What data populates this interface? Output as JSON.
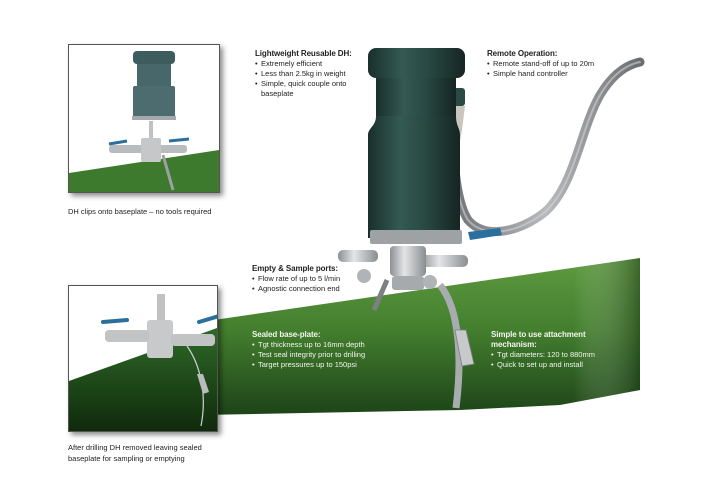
{
  "colors": {
    "pipe_green": "#3f7a2c",
    "pipe_green_dark": "#1f4a1a",
    "pipe_green_light": "#5c9a3e",
    "drill_head": "#2c4a44",
    "drill_head_dark": "#1b302c",
    "steel": "#b9bcbf",
    "handle_blue": "#2a6f9e",
    "hose": "#8e9093",
    "text_dark": "#222222",
    "text_light": "#f2f6ec"
  },
  "insets": [
    {
      "caption": "DH clips onto baseplate – no tools required"
    },
    {
      "caption_line1": "After drilling DH removed leaving sealed",
      "caption_line2": "baseplate for sampling or emptying"
    }
  ],
  "callouts": {
    "lightweight": {
      "title": "Lightweight Reusable DH:",
      "bullets": [
        "Extremely efficient",
        "Less than 2.5kg in weight",
        "Simple, quick couple onto baseplate"
      ]
    },
    "remote": {
      "title": "Remote Operation:",
      "bullets": [
        "Remote stand-off of up to 20m",
        "Simple hand controller"
      ]
    },
    "ports": {
      "title": "Empty & Sample ports:",
      "bullets": [
        "Flow rate of up to 5 l/min",
        "Agnostic connection end"
      ]
    },
    "baseplate": {
      "title": "Sealed base-plate:",
      "bullets": [
        "Tgt thickness up to 16mm depth",
        "Test seal integrity prior to drilling",
        "Target pressures up to 150psi"
      ]
    },
    "attachment": {
      "title_line1": "Simple to use attachment",
      "title_line2": "mechanism:",
      "bullets": [
        "Tgt diameters: 120 to 880mm",
        "Quick to set up and install"
      ]
    }
  }
}
